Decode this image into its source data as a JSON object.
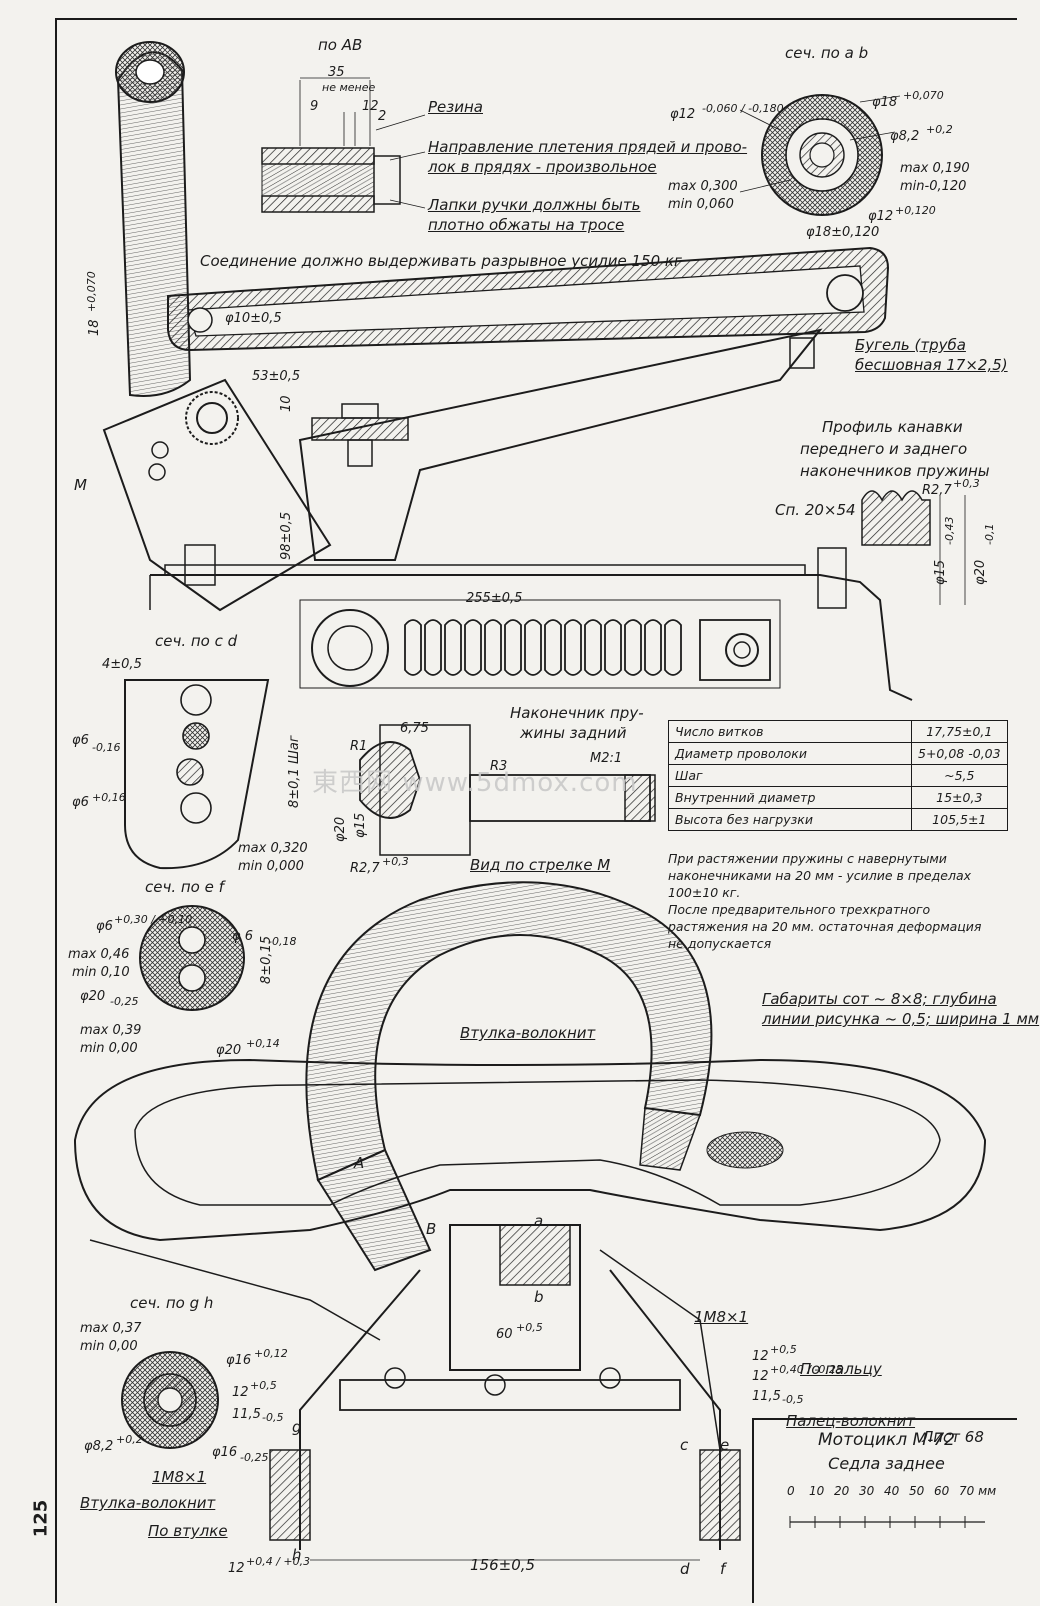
{
  "page_number": "125",
  "watermark": "東西网 www.5dmox.com",
  "sections": {
    "ab_upper": "по AB",
    "ab_circle": "сеч. по a b",
    "cd": "сеч. по с d",
    "ef": "сеч. по e f",
    "gh": "сеч. по g h"
  },
  "callouts": {
    "rubber": "Резина",
    "weave_1": "Направление плетения прядей и прово-",
    "weave_2": "лок в прядях - произвольное",
    "lugs_1": "Лапки ручки должны быть",
    "lugs_2": "плотно обжаты на тросе",
    "joint": "Соединение должно выдерживать разрывное усилие 150 кг",
    "bugel_1": "Бугель (труба",
    "bugel_2": "бесшовная 17×2,5)",
    "groove_1": "Профиль канавки",
    "groove_2": "переднего и заднего",
    "groove_3": "наконечников пружины",
    "sp": "Сп. 20×54",
    "tip_1": "Наконечник пру-",
    "tip_2": "жины задний",
    "view_m": "Вид по стрелке М",
    "sleeve": "Втулка-волокнит",
    "dims_1": "Габариты сот ~ 8×8; глубина",
    "dims_2": "линии рисунка ~ 0,5; ширина 1 мм",
    "m8_right": "1М8×1",
    "m8_left": "1М8×1",
    "by_finger": "По пальцу",
    "finger": "Палец-волокнит",
    "sleeve_left": "Втулка-волокнит",
    "by_sleeve": "По втулке",
    "arrow_m": "M",
    "sheet_no": "Лист 68"
  },
  "dimensions": {
    "d35": "35",
    "not_less": "не менее",
    "d9": "9",
    "d12": "12",
    "d2": "2",
    "phi12": "φ12",
    "phi12_tol": "-0,060 / -0,180",
    "phi18": "φ18",
    "phi18_tol": "+0,070",
    "phi82": "φ8,2",
    "phi82_tol": "+0,2",
    "max0190": "max 0,190",
    "min0120": "min-0,120",
    "max0300": "max 0,300",
    "min0060": "min 0,060",
    "phi12b": "φ12",
    "phi12b_tol": "+0,120",
    "phi18b": "φ18±0,120",
    "d18": "18",
    "d18_tol": "+0,070",
    "phi10": "φ10±0,5",
    "d53": "53±0,5",
    "d10": "10",
    "d98": "98±0,5",
    "d255": "255±0,5",
    "r27": "R2,7",
    "r27_tol": "+0,3",
    "phi15": "φ15",
    "phi15_tol": "-0,43",
    "phi20": "φ20",
    "phi20_tol": "-0,1",
    "d4": "4±0,5",
    "phi6a": "φ6",
    "phi6a_tol": "-0,16",
    "phi6b": "φ6",
    "phi6b_tol": "+0,16",
    "step": "8±0,1 Шаг",
    "max0320": "max 0,320",
    "min0000": "min 0,000",
    "d675": "6,75",
    "r1": "R1",
    "r3": "R3",
    "m21": "M2:1",
    "phi20v": "φ20",
    "phi15v": "φ15",
    "r27b": "R2,7",
    "r27b_tol": "+0,3",
    "phi6c": "φ6",
    "phi6c_tol": "+0,30 / +0,10",
    "phi6d": "φ 6",
    "phi6d_tol": "-0,18",
    "max046": "max 0,46",
    "min010": "min 0,10",
    "phi20e": "φ20",
    "phi20e_tol": "-0,25",
    "d8_015": "8±0,15",
    "max039": "max 0,39",
    "min000": "min 0,00",
    "phi20f": "φ20",
    "phi20f_tol": "+0,14",
    "max037": "max 0,37",
    "min000b": "min 0,00",
    "phi16": "φ16",
    "phi16_tol": "+0,12",
    "d12g": "12",
    "d12g_tol": "+0,5",
    "d115": "11,5",
    "d115_tol": "-0,5",
    "phi82b": "φ8,2",
    "phi82b_tol": "+0,2",
    "phi16b": "φ16",
    "phi16b_tol": "-0,25",
    "d60": "60",
    "d60_tol": "+0,5",
    "d12r": "12",
    "d12r_tol": "+0,5",
    "d12r2": "12",
    "d12r2_tol": "+0,40 / -0,25",
    "d115r": "11,5",
    "d115r_tol": "-0,5",
    "d12bottom": "12",
    "d12bottom_tol": "+0,4 / +0,3",
    "d156": "156±0,5"
  },
  "point_labels": [
    "A",
    "B",
    "a",
    "b",
    "c",
    "d",
    "e",
    "f",
    "g",
    "h"
  ],
  "spring_table": [
    {
      "param": "Число витков",
      "value": "17,75±0,1"
    },
    {
      "param": "Диаметр проволоки",
      "value": "5+0,08 -0,03"
    },
    {
      "param": "Шаг",
      "value": "~5,5"
    },
    {
      "param": "Внутренний диаметр",
      "value": "15±0,3"
    },
    {
      "param": "Высота без нагрузки",
      "value": "105,5±1"
    }
  ],
  "notes": [
    "При растяжении пружины с навернутыми наконечниками на 20 мм - усилие в пределах 100±10 кг.",
    "После предварительного трехкратного растяжения на 20 мм. остаточная деформация не допускается"
  ],
  "title_block": {
    "line1": "Мотоцикл М-72",
    "line2": "Седла заднее",
    "scale_labels": [
      "0",
      "10",
      "20",
      "30",
      "40",
      "50",
      "60",
      "70 мм"
    ]
  }
}
